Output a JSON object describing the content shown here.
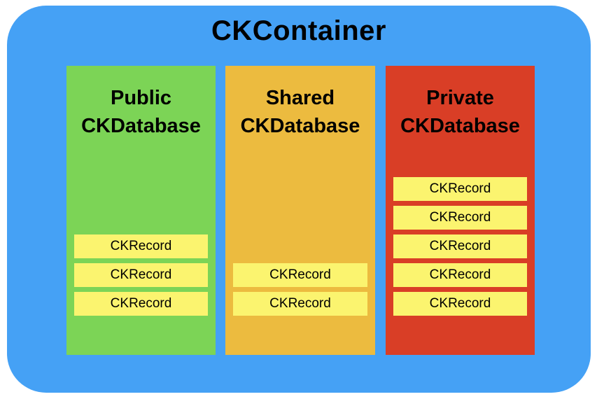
{
  "diagram": {
    "title": "CKContainer",
    "colors": {
      "container_blue": "#45A1F5",
      "public_green": "#7CD456",
      "shared_gold": "#ECBB3F",
      "private_red": "#D93E26",
      "record_yellow": "#FBF46F",
      "text_black": "#000000"
    },
    "databases": [
      {
        "id": "public",
        "title_line1": "Public",
        "title_line2": "CKDatabase",
        "records": [
          "CKRecord",
          "CKRecord",
          "CKRecord"
        ]
      },
      {
        "id": "shared",
        "title_line1": "Shared",
        "title_line2": "CKDatabase",
        "records": [
          "CKRecord",
          "CKRecord"
        ]
      },
      {
        "id": "private",
        "title_line1": "Private",
        "title_line2": "CKDatabase",
        "records": [
          "CKRecord",
          "CKRecord",
          "CKRecord",
          "CKRecord",
          "CKRecord"
        ]
      }
    ]
  }
}
